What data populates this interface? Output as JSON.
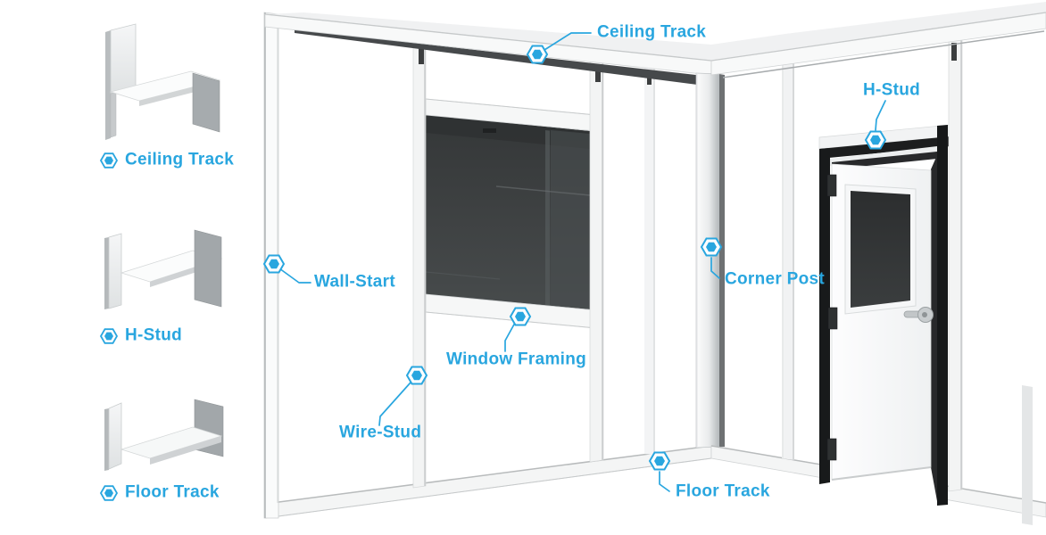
{
  "accent_color": "#29A6DF",
  "legend": {
    "items": [
      {
        "id": "ceiling-track",
        "label": "Ceiling Track",
        "icon": "ceiling-track-profile-icon"
      },
      {
        "id": "h-stud",
        "label": "H-Stud",
        "icon": "h-stud-profile-icon"
      },
      {
        "id": "floor-track",
        "label": "Floor Track",
        "icon": "floor-track-profile-icon"
      }
    ]
  },
  "callouts": [
    {
      "id": "ceiling-track",
      "label": "Ceiling Track"
    },
    {
      "id": "wall-start",
      "label": "Wall-Start"
    },
    {
      "id": "window-framing",
      "label": "Window Framing"
    },
    {
      "id": "wire-stud",
      "label": "Wire-Stud"
    },
    {
      "id": "corner-post",
      "label": "Corner Post"
    },
    {
      "id": "floor-track",
      "label": "Floor Track"
    },
    {
      "id": "h-stud",
      "label": "H-Stud"
    }
  ],
  "illustration": {
    "description": "Modular wall system corner with window bay, open swing door and aluminum framing profiles",
    "marker_icon": "hexagon-marker",
    "colors": {
      "glass": "#3c3f40",
      "metal_light": "#f3f4f5",
      "metal_dark": "#9aa0a3",
      "frame_black": "#1a1c1d"
    }
  }
}
